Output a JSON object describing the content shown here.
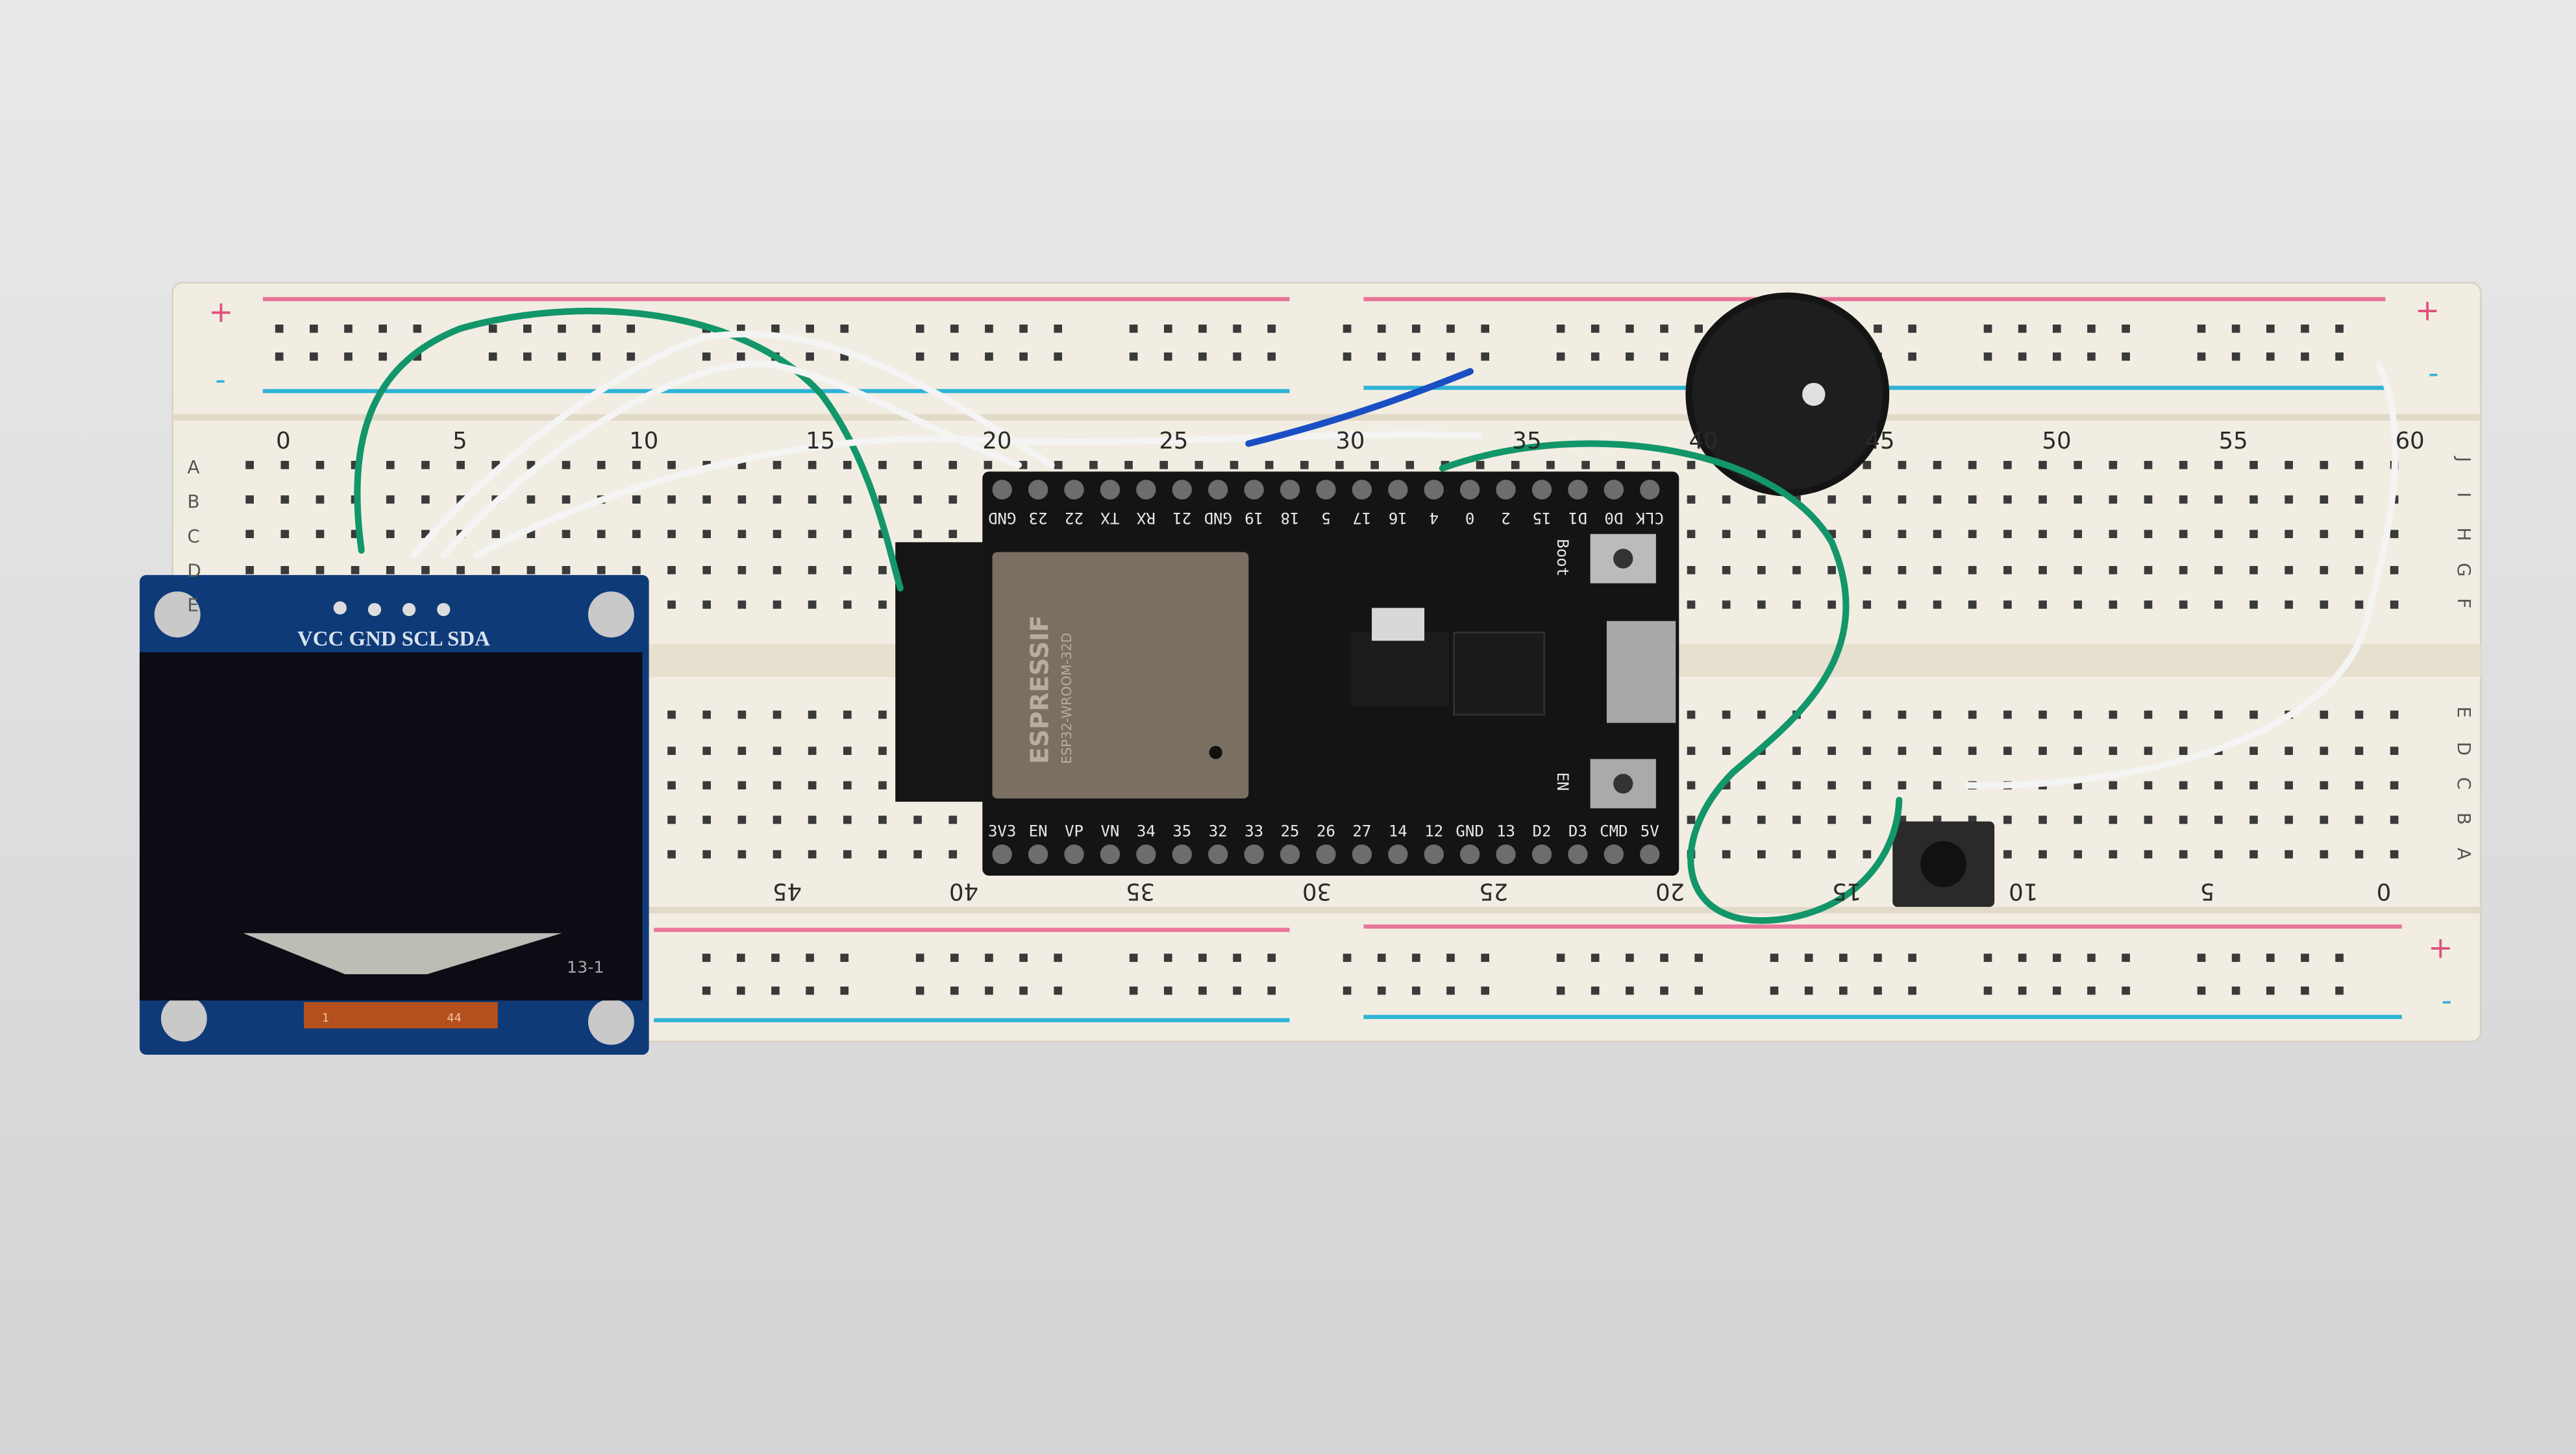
{
  "breadboard": {
    "rail_plus": "+",
    "rail_minus": "-",
    "top_numbers": [
      "0",
      "5",
      "10",
      "15",
      "20",
      "25",
      "30",
      "35",
      "40",
      "45",
      "50",
      "55",
      "60"
    ],
    "bottom_numbers": [
      "45",
      "40",
      "35",
      "30",
      "25",
      "20",
      "15",
      "10",
      "5",
      "0"
    ],
    "rows_top": [
      "A",
      "B",
      "C",
      "D",
      "E"
    ],
    "rows_right_top": [
      "J",
      "I",
      "H",
      "G",
      "F"
    ],
    "rows_right_bottom": [
      "E",
      "D",
      "C",
      "B",
      "A"
    ],
    "colors": {
      "body": "#f2ede2",
      "rail_red": "#e8769a",
      "rail_blue": "#2fb3d6",
      "hole": "#3a3a3a"
    }
  },
  "esp32": {
    "top_pins": [
      "GND",
      "23",
      "22",
      "TX",
      "RX",
      "21",
      "GND",
      "19",
      "18",
      "5",
      "17",
      "16",
      "4",
      "0",
      "2",
      "15",
      "D1",
      "D0",
      "CLK"
    ],
    "bottom_pins": [
      "3V3",
      "EN",
      "VP",
      "VN",
      "34",
      "35",
      "32",
      "33",
      "25",
      "26",
      "27",
      "14",
      "12",
      "GND",
      "13",
      "D2",
      "D3",
      "CMD",
      "5V"
    ],
    "module_brand": "ESPRESSIF",
    "module_model": "ESP32-WROOM-32D",
    "boot_label": "Boot",
    "en_label": "EN"
  },
  "oled": {
    "pin_labels": "VCC GND SCL SDA",
    "corner_label": "13-1",
    "fpc_left": "1",
    "fpc_right": "44"
  },
  "wire_colors": {
    "green": "#12966a",
    "white": "#f4f4f4",
    "blue": "#1a4fc4"
  }
}
